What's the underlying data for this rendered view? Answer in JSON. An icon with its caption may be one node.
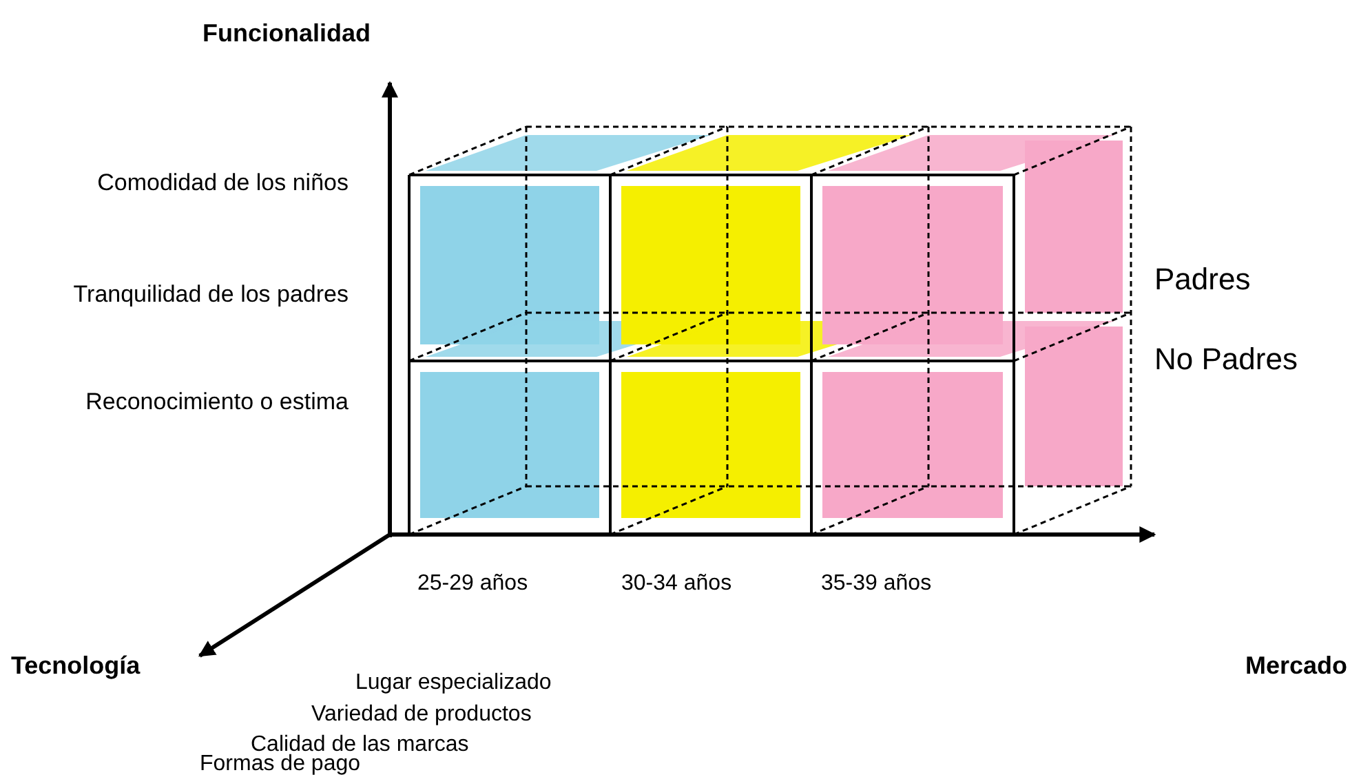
{
  "diagram": {
    "labels": [
      "Funcionalidad",
      "Comodidad de los niños",
      "Tranquilidad de los padres",
      "Reconocimiento o estima",
      "Padres",
      "No Padres",
      "25-29 años",
      "30-34 años",
      "35-39 años",
      "Tecnología",
      "Mercado",
      "Lugar especializado",
      "Variedad de productos",
      "Calidad de las marcas",
      "Formas de pago"
    ]
  }
}
